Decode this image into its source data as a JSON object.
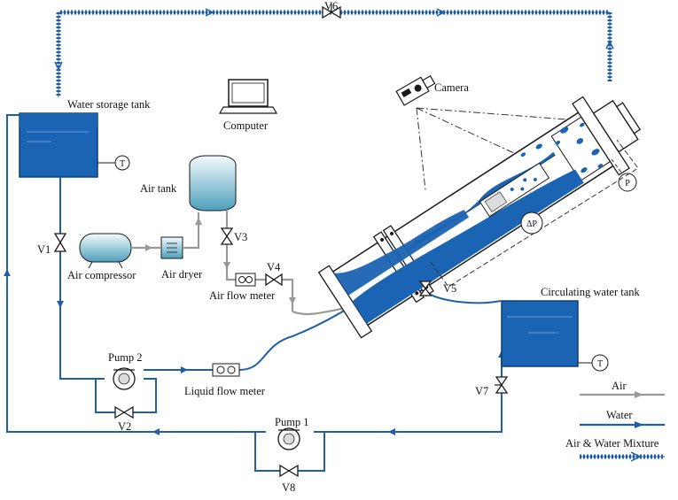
{
  "labels": {
    "water_storage_tank": "Water storage tank",
    "computer": "Computer",
    "camera": "Camera",
    "air_tank": "Air tank",
    "air_compressor": "Air compressor",
    "air_dryer": "Air dryer",
    "air_flow_meter": "Air flow meter",
    "liquid_flow_meter": "Liquid flow meter",
    "pump_1": "Pump 1",
    "pump_2": "Pump 2",
    "circulating_water_tank": "Circulating water tank",
    "pressure_sensor": "P",
    "diff_pressure": "ΔP",
    "temp_1": "T",
    "temp_2": "T"
  },
  "valves": {
    "v1": "V1",
    "v2": "V2",
    "v3": "V3",
    "v4": "V4",
    "v5": "V5",
    "v6": "V6",
    "v7": "V7",
    "v8": "V8"
  },
  "legend": {
    "air": "Air",
    "water": "Water",
    "mixture": "Air & Water Mixture"
  },
  "colors": {
    "water": "#1f5fa8",
    "air": "#999999",
    "tank_fill": "#1b63b3",
    "air_tank_top": "#e9f6f8",
    "air_tank_bottom": "#5aa9c2"
  }
}
